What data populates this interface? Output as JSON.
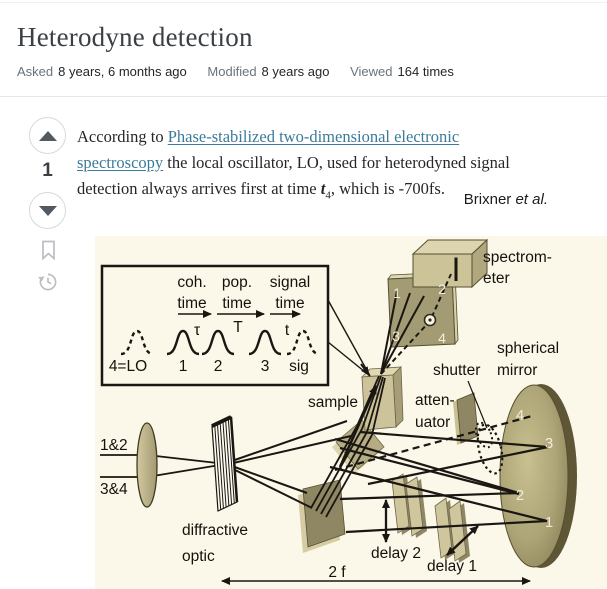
{
  "page": {
    "top_title": "Heterodyne detection",
    "meta": [
      {
        "label": "Asked",
        "value": "8 years, 6 months ago"
      },
      {
        "label": "Modified",
        "value": "8 years ago"
      },
      {
        "label": "Viewed",
        "value": "164 times"
      }
    ]
  },
  "vote": {
    "count": "1"
  },
  "question": {
    "p1": "According to ",
    "link": "Phase-stabilized two-dimensional electronic spectroscopy",
    "p2": " the local oscillator, LO, used for heterodyned signal detection always arrives first at time ",
    "t_var": "t",
    "t_sub": "4",
    "p3": ", which is -700fs.",
    "attribution_name": "Brixner ",
    "attribution_etal": "et al."
  },
  "diagram": {
    "inset": {
      "cols": [
        {
          "l1": "coh.",
          "l2": "time"
        },
        {
          "l1": "pop.",
          "l2": "time"
        },
        {
          "l1": "signal",
          "l2": "time"
        }
      ],
      "tau": "τ",
      "T": "T",
      "t": "t",
      "pulses": [
        "4=LO",
        "1",
        "2",
        "3",
        "sig"
      ]
    },
    "labels": {
      "beams12": "1&2",
      "beams34": "3&4",
      "do1": "diffractive",
      "do2": "optic",
      "sample": "sample",
      "att1": "atten-",
      "att2": "uator",
      "shutter": "shutter",
      "sph1": "spherical",
      "sph2": "mirror",
      "spec1": "spectrom-",
      "spec2": "eter",
      "delay2": "delay 2",
      "delay1": "delay 1",
      "twof": "2 f"
    },
    "panel_numbers": [
      "1",
      "2",
      "3",
      "4"
    ],
    "mirror_numbers": [
      "4",
      "3",
      "2",
      "1"
    ],
    "colors": {
      "background": "#FBF7E9",
      "ink": "#1a1712",
      "tan": "#C9C094",
      "dark_olive": "#8F8763"
    }
  },
  "ui_colors": {
    "link": "#3b7b9a",
    "separator": "#e4e6e8",
    "meta_label": "#6a737c",
    "body_text": "#242729"
  }
}
